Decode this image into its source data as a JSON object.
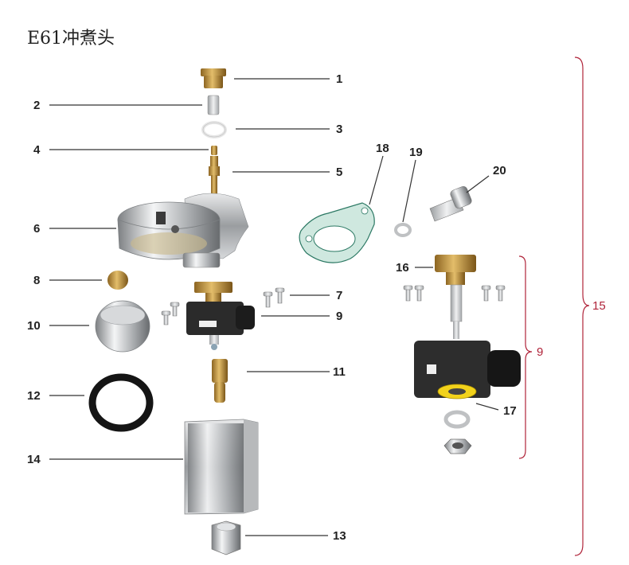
{
  "title": "E61冲煮头",
  "callouts": {
    "c1": "1",
    "c2": "2",
    "c3": "3",
    "c4": "4",
    "c5": "5",
    "c6": "6",
    "c7": "7",
    "c8": "8",
    "c9": "9",
    "c10": "10",
    "c11": "11",
    "c12": "12",
    "c13": "13",
    "c14": "14",
    "c16": "16",
    "c17": "17",
    "c18": "18",
    "c19": "19",
    "c20": "20"
  },
  "brackets": {
    "inner": "9",
    "outer": "15"
  },
  "colors": {
    "brace": "#b0243a",
    "brass": "#c79a3a",
    "chrome": "#c9cbcd",
    "gasket": "#cfe8df",
    "coil": "#2b2b2b"
  }
}
